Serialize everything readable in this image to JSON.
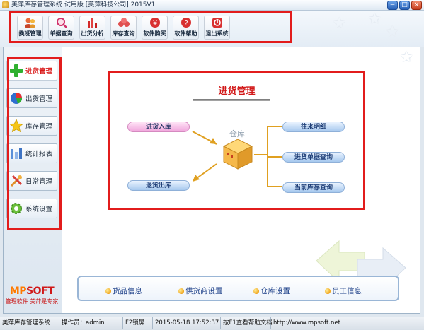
{
  "window": {
    "title": "美萍库存管理系统 试用版 [美萍科技公司] 2015V1",
    "minimize_glyph": "−",
    "restore_glyph": "□",
    "close_glyph": "×"
  },
  "toolbar": {
    "buttons": [
      {
        "label": "换班管理",
        "icon": "user-switch-icon"
      },
      {
        "label": "单据查询",
        "icon": "search-icon"
      },
      {
        "label": "出货分析",
        "icon": "bar-chart-icon"
      },
      {
        "label": "库存查询",
        "icon": "inventory-icon"
      },
      {
        "label": "软件购买",
        "icon": "yen-icon"
      },
      {
        "label": "软件帮助",
        "icon": "help-icon"
      },
      {
        "label": "退出系统",
        "icon": "exit-icon"
      }
    ]
  },
  "sidebar": {
    "items": [
      {
        "label": "进货管理",
        "icon": "green-plus-icon",
        "active": true
      },
      {
        "label": "出货管理",
        "icon": "pie-chart-icon",
        "active": false
      },
      {
        "label": "库存管理",
        "icon": "star-icon",
        "active": false
      },
      {
        "label": "统计报表",
        "icon": "bars-icon",
        "active": false
      },
      {
        "label": "日常管理",
        "icon": "tools-icon",
        "active": false
      },
      {
        "label": "系统设置",
        "icon": "gear-icon",
        "active": false
      }
    ],
    "brand_logo_main": "MP",
    "brand_logo_tail": "SOFT",
    "brand_slogan": "管理软件 美萍是专家"
  },
  "diagram": {
    "title": "进货管理",
    "warehouse_label": "仓库",
    "left_top": "进货入库",
    "left_bottom": "退货出库",
    "right": [
      "往来明细",
      "进货单据查询",
      "当前库存查询"
    ]
  },
  "bottom_links": [
    "货品信息",
    "供货商设置",
    "仓库设置",
    "员工信息"
  ],
  "statusbar": {
    "app": "美萍库存管理系统",
    "operator": "操作员：admin",
    "lock": "F2锁屏",
    "datetime": "2015-05-18 17:52:37",
    "help": "按F1查看帮助文档",
    "url": "http://www.mpsoft.net"
  },
  "colors": {
    "highlight_red": "#e21c1c",
    "active_text": "#d91818",
    "accent_blue": "#1c3f88"
  }
}
